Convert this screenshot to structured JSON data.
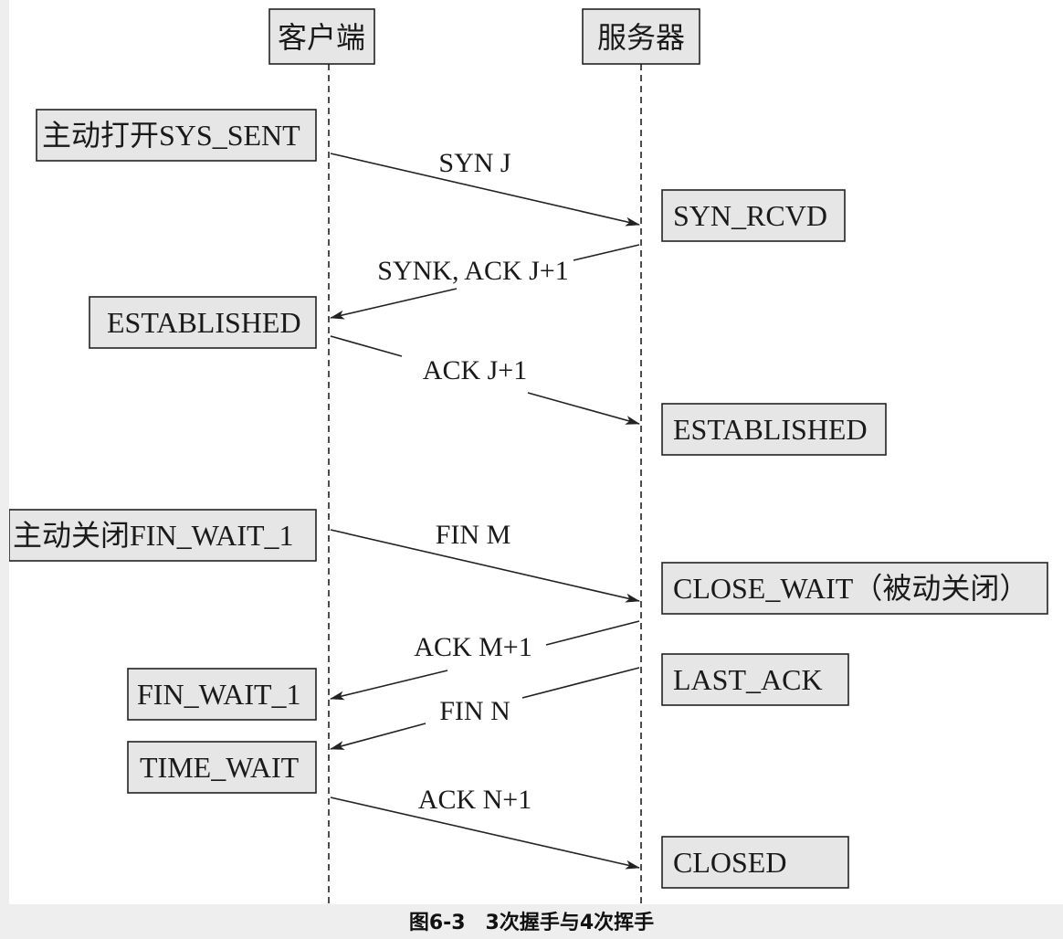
{
  "actors": {
    "client": "客户端",
    "server": "服务器"
  },
  "client_states": [
    "主动打开SYS_SENT",
    "ESTABLISHED",
    "主动关闭FIN_WAIT_1",
    "FIN_WAIT_1",
    "TIME_WAIT"
  ],
  "server_states": [
    "SYN_RCVD",
    "ESTABLISHED",
    "CLOSE_WAIT（被动关闭）",
    "LAST_ACK",
    "CLOSED"
  ],
  "messages": [
    "SYN J",
    "SYNK, ACK J+1",
    "ACK J+1",
    "FIN M",
    "ACK M+1",
    "FIN N",
    "ACK N+1"
  ],
  "caption": "图6-3　3次握手与4次挥手"
}
